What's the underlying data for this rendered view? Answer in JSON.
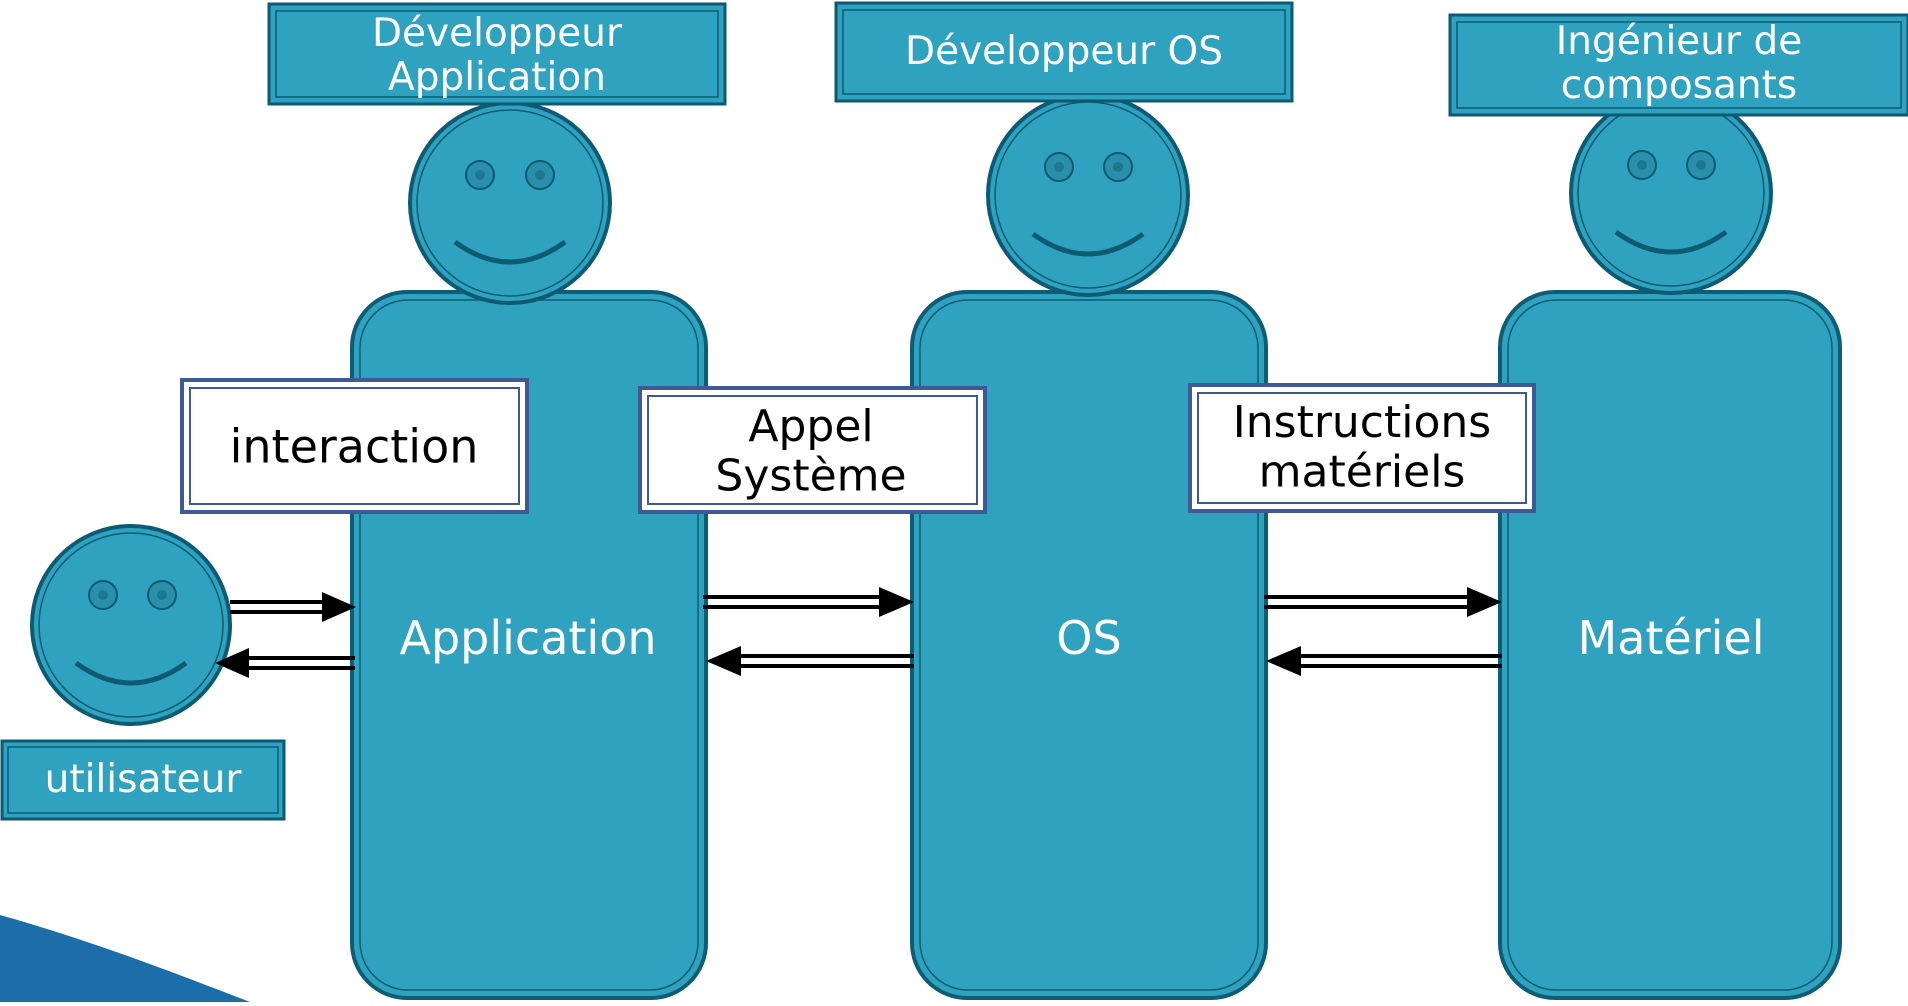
{
  "colors": {
    "teal_fill": "#2ea2bf",
    "teal_stroke": "#0f5d75",
    "face_stroke": "#0d5a73",
    "white_box_border": "#3e5a96",
    "white_box_fill": "#ffffff",
    "arrow": "#000000",
    "text_dark": "#000000",
    "text_light": "#ffffff",
    "corner_shape": "#1b6ea8"
  },
  "roles": {
    "app_developer": "Développeur Application",
    "os_developer": "Développeur OS",
    "component_engineer": "Ingénieur de composants",
    "user": "utilisateur"
  },
  "layers": {
    "application": "Application",
    "os": "OS",
    "hardware": "Matériel"
  },
  "interfaces": {
    "interaction": "interaction",
    "system_call": "Appel Système",
    "hardware_instructions": "Instructions matériels"
  },
  "icons": {
    "person_face": "smiley-face-icon",
    "arrow": "double-line-arrow-icon"
  }
}
